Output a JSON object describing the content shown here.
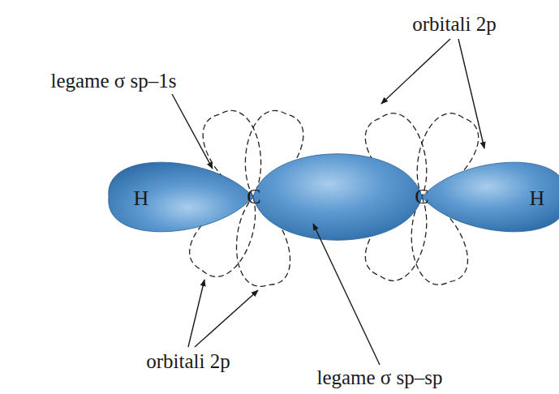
{
  "diagram": {
    "labels": [
      "legame σ sp–1s",
      "orbitali 2p",
      "H",
      "C",
      "C",
      "H",
      "orbitali 2p",
      "legame σ sp–sp"
    ]
  }
}
